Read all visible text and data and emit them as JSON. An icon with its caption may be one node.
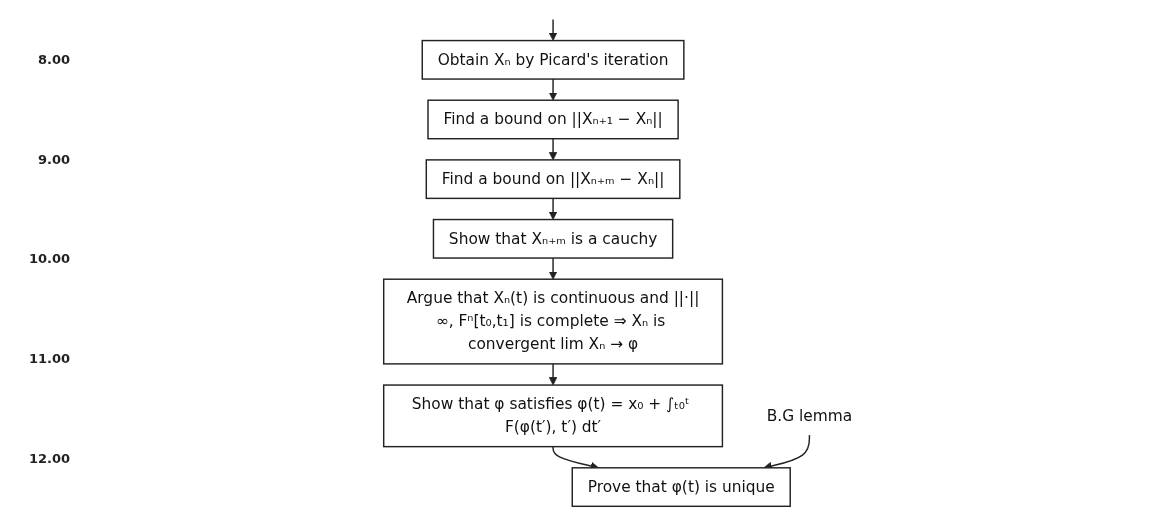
{
  "diagram": {
    "nodes": [
      {
        "text": [
          "Obtain Xₙ by Picard's iteration"
        ]
      },
      {
        "text": [
          "Find a bound on ||Xₙ₊₁ − Xₙ||"
        ]
      },
      {
        "text": [
          "Find a bound on ||Xₙ₊ₘ − Xₙ||"
        ]
      },
      {
        "text": [
          "Show that Xₙ₊ₘ is a cauchy"
        ]
      },
      {
        "text": [
          "Argue that Xₙ(t) is continuous and ||·||∞, Fⁿ[t₀,t₁] is complete ⇒ Xₙ is convergent lim Xₙ → φ"
        ]
      },
      {
        "text": [
          "Show that φ satisfies φ(t) = x₀ + ∫ₜ₀ᵗ F(φ(t′), t′) dt′"
        ]
      },
      {
        "text": [
          "Prove that φ(t) is unique"
        ]
      },
      {
        "text": [
          "B.G lemma"
        ]
      }
    ],
    "edges": [
      {
        "from": null,
        "to": 0,
        "arrow": "to"
      },
      {
        "from": 0,
        "to": 1,
        "arrow": "to"
      },
      {
        "from": 1,
        "to": 2,
        "arrow": "to"
      },
      {
        "from": 2,
        "to": 3,
        "arrow": "to"
      },
      {
        "from": 3,
        "to": 4,
        "arrow": "to"
      },
      {
        "from": 4,
        "to": 5,
        "arrow": "to"
      },
      {
        "from": 5,
        "to": 6,
        "arrow": "to"
      },
      {
        "from": 7,
        "to": 6,
        "arrow": "to"
      }
    ],
    "labels": [
      "8.00",
      "9.00",
      "10.00",
      "11.00",
      "12.00"
    ]
  }
}
